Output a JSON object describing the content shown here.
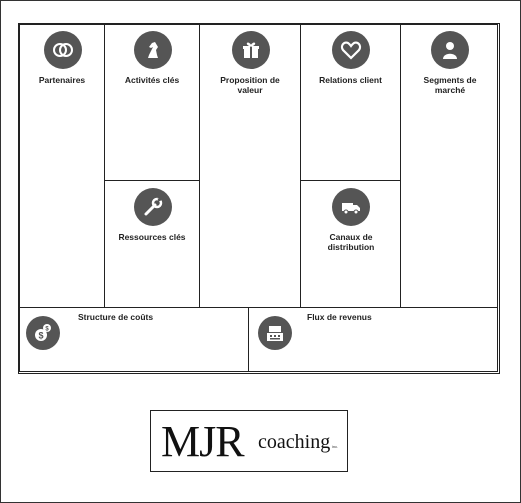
{
  "canvas": {
    "partenaires": "Partenaires",
    "activites": "Activités clés",
    "ressources": "Ressources clés",
    "proposition": "Proposition de valeur",
    "relations": "Relations client",
    "canaux": "Canaux de distribution",
    "segments": "Segments de marché",
    "couts": "Structure de coûts",
    "revenus": "Flux de revenus"
  },
  "icons": {
    "partenaires": "rings-icon",
    "activites": "chess-knight-icon",
    "ressources": "wrench-icon",
    "proposition": "gift-icon",
    "relations": "heart-icon",
    "canaux": "truck-icon",
    "segments": "person-icon",
    "couts": "money-icon",
    "revenus": "cash-register-icon"
  },
  "logo": {
    "mjr": "MJR",
    "coaching": "coaching",
    "inc": "inc."
  },
  "colors": {
    "icon_bg": "#555555",
    "border": "#222222"
  }
}
